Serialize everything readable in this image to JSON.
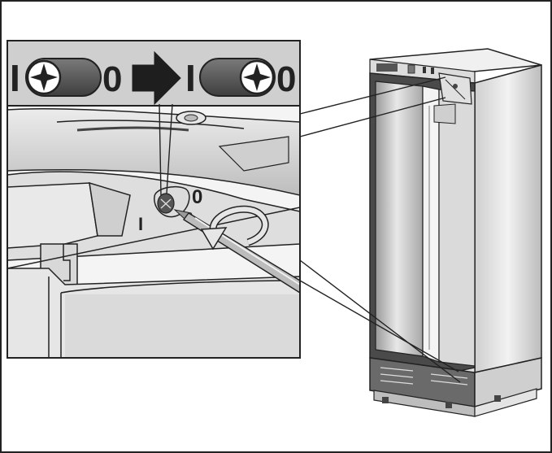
{
  "switch_states": {
    "before": {
      "on_symbol": "I",
      "off_symbol": "0"
    },
    "after": {
      "on_symbol": "I",
      "off_symbol": "0"
    }
  },
  "detail_view": {
    "on_symbol": "I",
    "off_symbol": "0"
  },
  "colors": {
    "outline": "#222222",
    "dark_gray": "#555555",
    "mid_gray": "#8a8a8a",
    "light_gray": "#d6d6d6",
    "panel_gray": "#c8c8c8",
    "background": "#ffffff"
  },
  "icons": [
    "phillips-screw-icon",
    "arrow-right-icon",
    "rotate-arrow-icon",
    "screwdriver-icon"
  ]
}
